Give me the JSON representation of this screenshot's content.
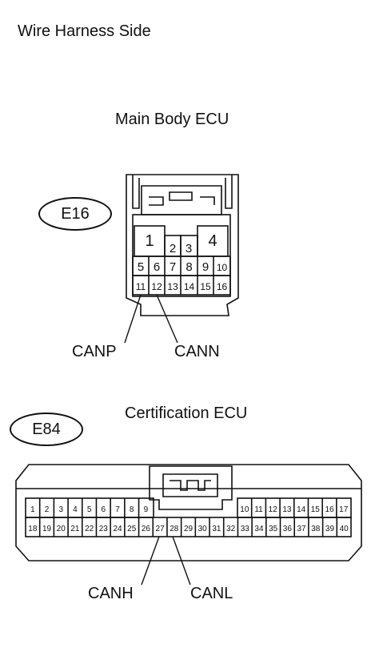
{
  "title": "Wire Harness Side",
  "connectors": [
    {
      "id": "E16",
      "caption": "Main Body ECU",
      "pins_row_top": [
        "1",
        "2",
        "3",
        "4"
      ],
      "pins_row_mid": [
        "5",
        "6",
        "7",
        "8",
        "9",
        "10"
      ],
      "pins_row_bot": [
        "11",
        "12",
        "13",
        "14",
        "15",
        "16"
      ],
      "signals": [
        {
          "pin": "11",
          "name": "CANP"
        },
        {
          "pin": "12",
          "name": "CANN"
        }
      ]
    },
    {
      "id": "E84",
      "caption": "Certification ECU",
      "pins_row1_left": [
        "1",
        "2",
        "3",
        "4",
        "5",
        "6",
        "7",
        "8",
        "9"
      ],
      "pins_row1_right": [
        "10",
        "11",
        "12",
        "13",
        "14",
        "15",
        "16",
        "17"
      ],
      "pins_row2": [
        "18",
        "19",
        "20",
        "21",
        "22",
        "23",
        "24",
        "25",
        "26",
        "27",
        "28",
        "29",
        "30",
        "31",
        "32",
        "33",
        "34",
        "35",
        "36",
        "37",
        "38",
        "39",
        "40"
      ],
      "signals": [
        {
          "pin": "27",
          "name": "CANH"
        },
        {
          "pin": "28",
          "name": "CANL"
        }
      ]
    }
  ]
}
